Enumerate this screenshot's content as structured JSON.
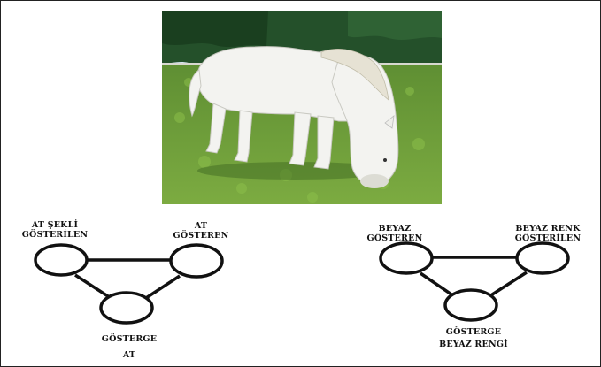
{
  "photo": {
    "subject": "white-horse-grazing",
    "colors": {
      "grass": "#6f9e3a",
      "trees": "#1f4a22",
      "sky": "#d8e6f2",
      "horse": "#f1f1ee"
    }
  },
  "triangles": [
    {
      "id": "at",
      "labels": {
        "top_left": {
          "line1": "AT ŞEKLİ",
          "line2": "GÖSTERİLEN"
        },
        "top_right": {
          "line1": "AT",
          "line2": "GÖSTEREN"
        },
        "bottom": {
          "line1": "GÖSTERGE",
          "line2": "AT"
        }
      }
    },
    {
      "id": "beyaz",
      "labels": {
        "top_left": {
          "line1": "BEYAZ",
          "line2": "GÖSTEREN"
        },
        "top_right": {
          "line1": "BEYAZ RENK",
          "line2": "GÖSTERİLEN"
        },
        "bottom": {
          "line1": "GÖSTERGE",
          "line2": "BEYAZ RENGİ"
        }
      }
    }
  ],
  "style": {
    "stroke": "#111111",
    "node_fill": "#ffffff"
  }
}
